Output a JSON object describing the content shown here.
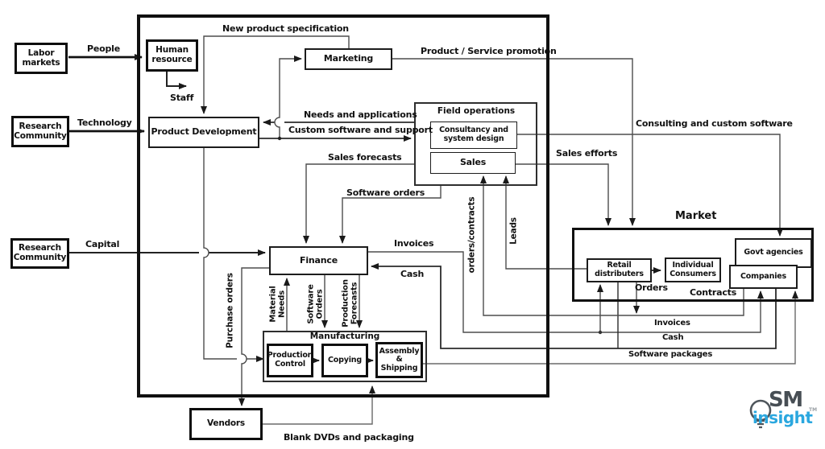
{
  "colors": {
    "ink": "#111111",
    "wire": "#4d4d4d",
    "logo_dark": "#474e54",
    "logo_blue": "#2aa7df"
  },
  "external": {
    "labor_markets": "Labor\nmarkets",
    "research_community_top": "Research\nCommunity",
    "research_community_bottom": "Research\nCommunity",
    "vendors": "Vendors"
  },
  "company": {
    "human_resource": "Human\nresource",
    "product_development": "Product Development",
    "marketing": "Marketing",
    "field_operations": "Field operations",
    "consultancy": "Consultancy and\nsystem design",
    "sales": "Sales",
    "finance": "Finance",
    "manufacturing": "Manufacturing",
    "production_control": "Production\nControl",
    "copying": "Copying",
    "assembly_shipping": "Assembly &\nShipping"
  },
  "market": {
    "title": "Market",
    "retail_distributers": "Retail\ndistributers",
    "individual_consumers": "Individual\nConsumers",
    "govt_agencies": "Govt agencies",
    "companies": "Companies"
  },
  "flows": {
    "people": "People",
    "technology": "Technology",
    "capital": "Capital",
    "staff": "Staff",
    "new_product_specification": "New product specification",
    "needs_and_applications": "Needs and applications",
    "custom_software_and_support": "Custom software and support",
    "product_service_promotion": "Product / Service promotion",
    "consulting_and_custom_software": "Consulting and custom software",
    "sales_forecasts": "Sales forecasts",
    "software_orders": "Software orders",
    "sales_efforts": "Sales efforts",
    "invoices_finance": "Invoices",
    "cash_finance": "Cash",
    "purchase_orders": "Purchase orders",
    "material_needs": "Material\nNeeds",
    "software_orders_vertical": "Software\nOrders",
    "production_forecasts": "Production\nForecasts",
    "orders_contracts": "orders/contracts",
    "leads": "Leads",
    "orders": "Orders",
    "contracts": "Contracts",
    "invoices_market": "Invoices",
    "cash_market": "Cash",
    "software_packages": "Software packages",
    "blank_dvds_and_packaging": "Blank DVDs and packaging"
  },
  "logo": {
    "sm": "SM",
    "insight": "insight",
    "tm": "TM"
  }
}
